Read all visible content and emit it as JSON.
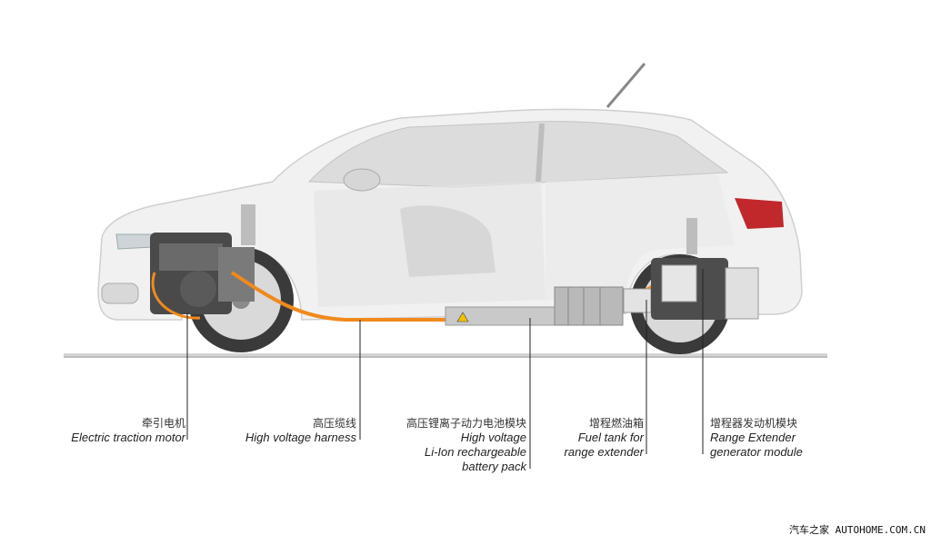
{
  "callouts": [
    {
      "id": "traction-motor",
      "zh": "牵引电机",
      "en": [
        "Electric traction motor"
      ]
    },
    {
      "id": "hv-harness",
      "zh": "高压缆线",
      "en": [
        "High voltage harness"
      ]
    },
    {
      "id": "battery-pack",
      "zh": "高压锂离子动力电池模块",
      "en": [
        "High voltage",
        "Li-Ion rechargeable",
        "battery pack"
      ]
    },
    {
      "id": "fuel-tank",
      "zh": "增程燃油箱",
      "en": [
        "Fuel tank for",
        "range extender"
      ]
    },
    {
      "id": "range-extender",
      "zh": "增程器发动机模块",
      "en": [
        "Range Extender",
        "generator module"
      ]
    }
  ],
  "watermark": "汽车之家 AUTOHOME.COM.CN",
  "colors": {
    "harness": "#f08a1c",
    "body": "#f2f2f2",
    "glass": "#d9d9d9",
    "battery": "#c8c8c8",
    "taillight": "#c0282c"
  }
}
